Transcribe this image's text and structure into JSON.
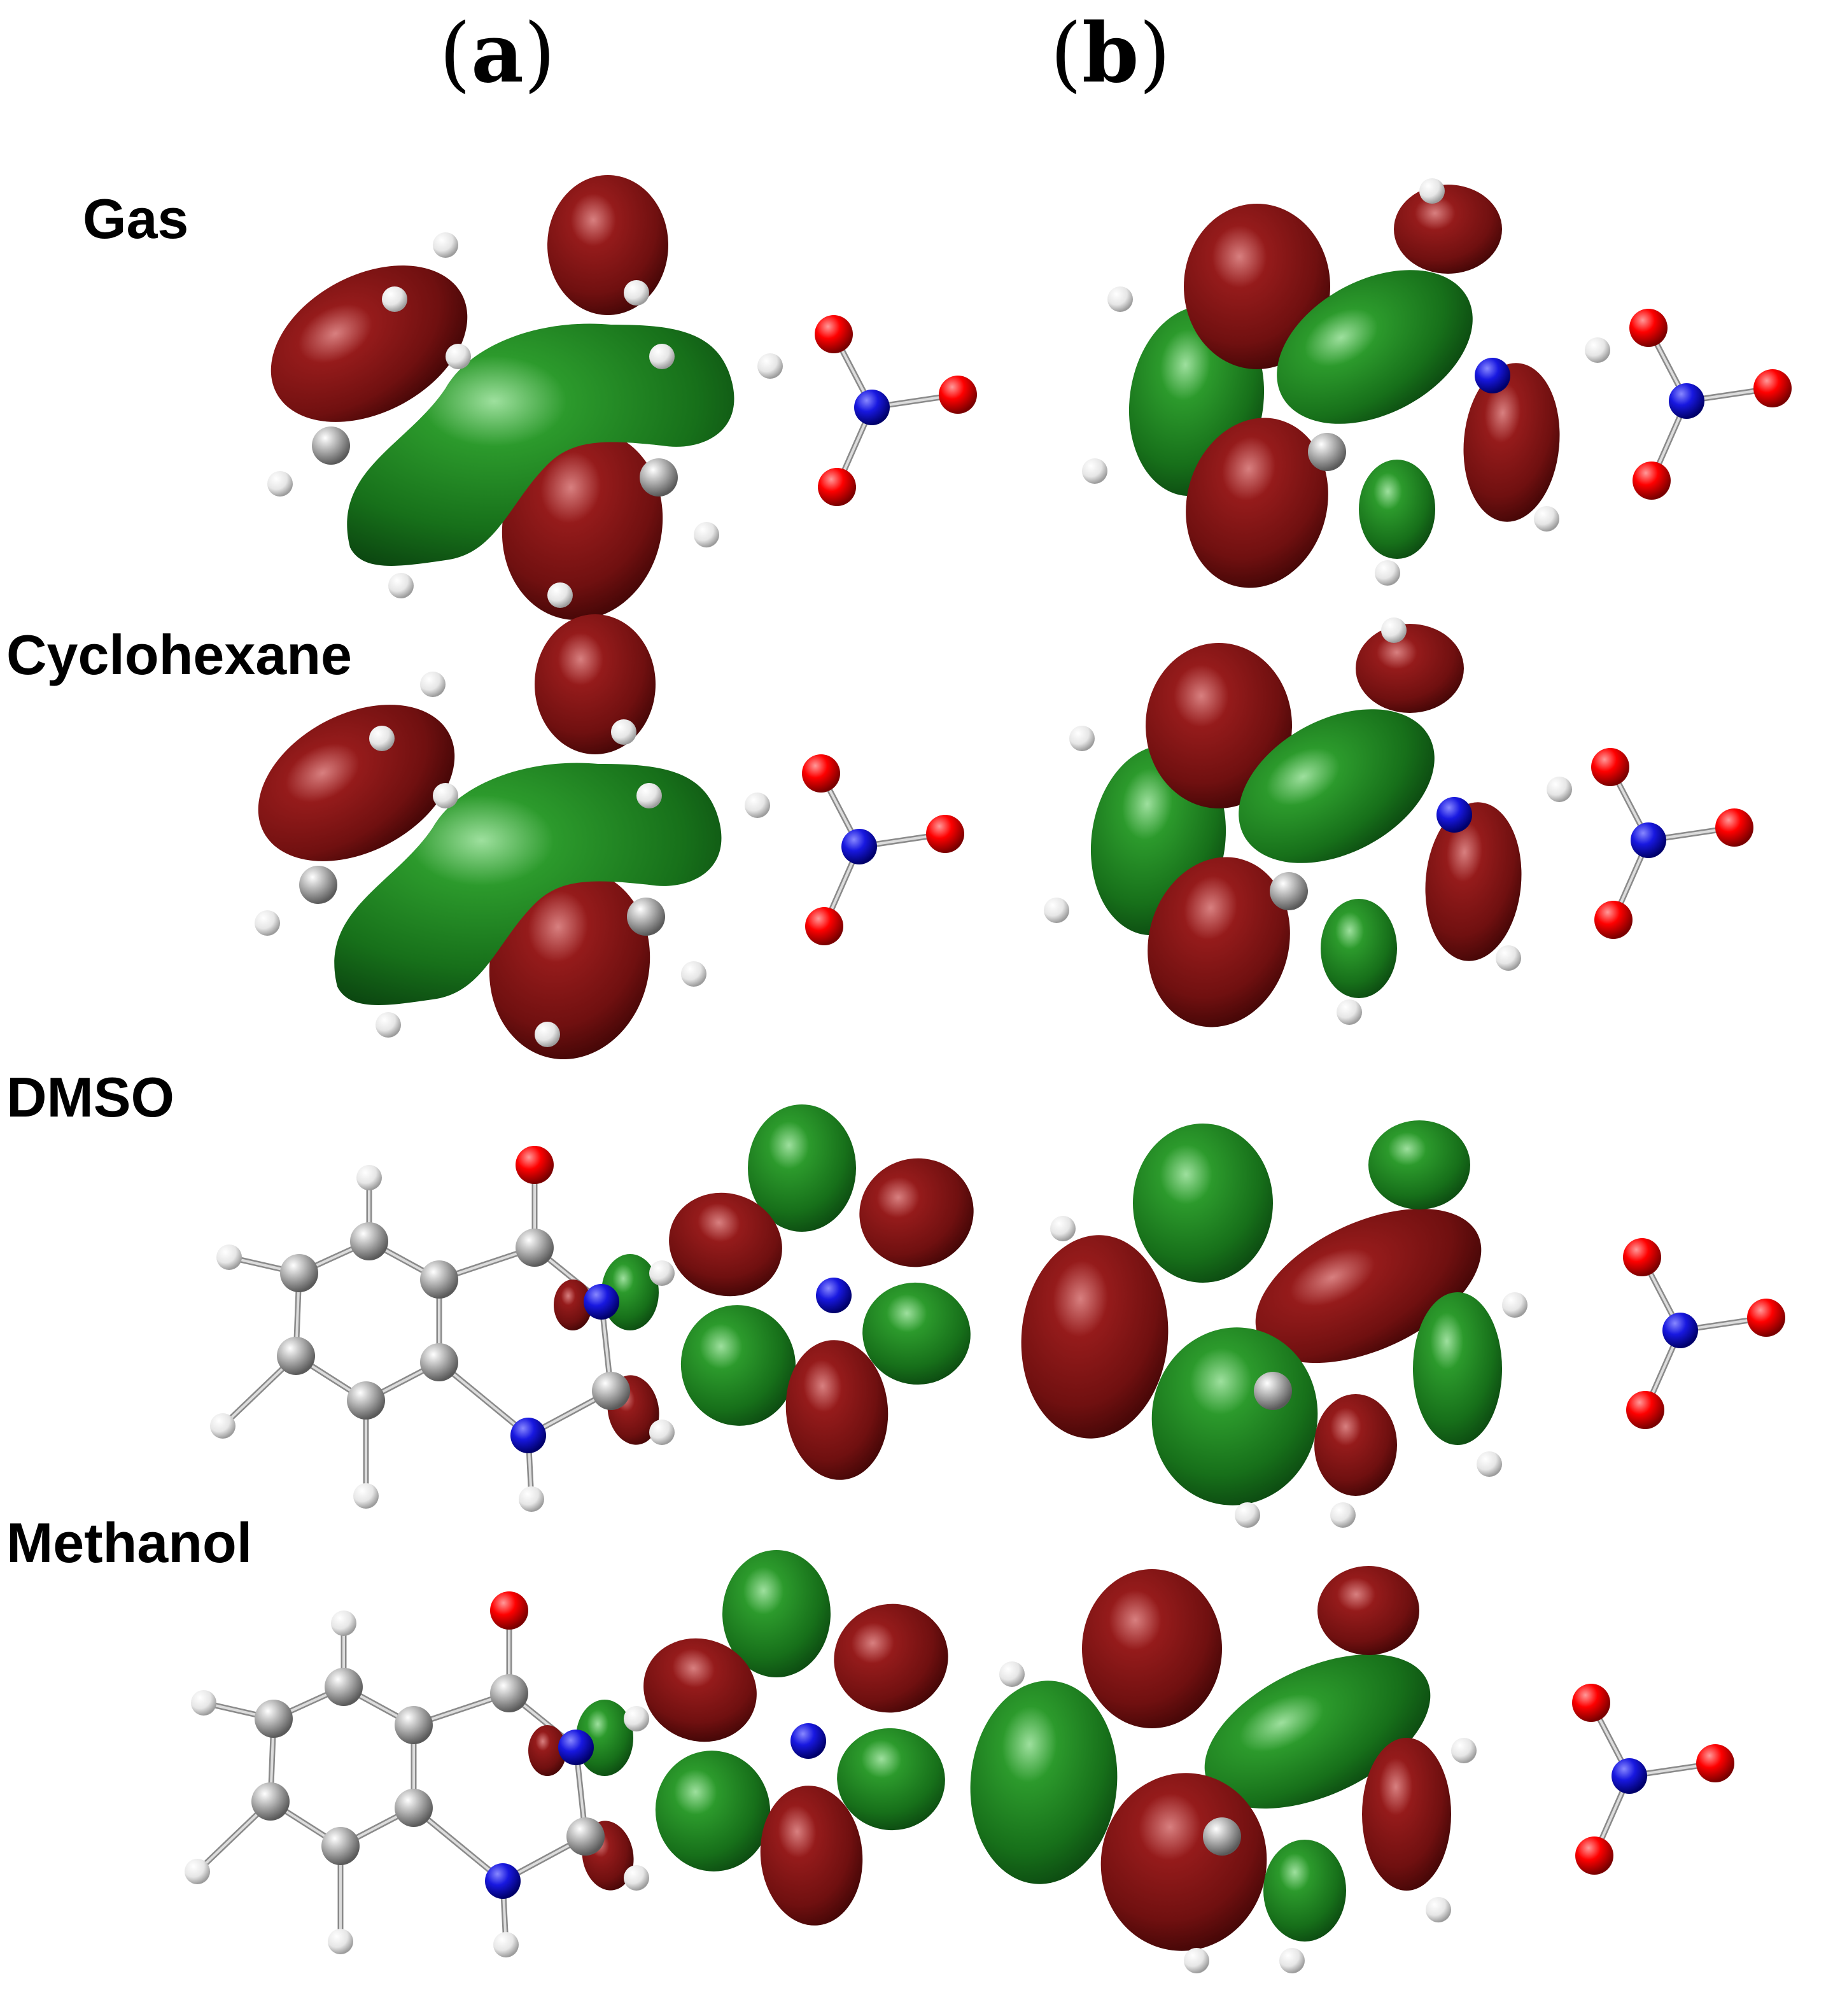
{
  "panels": [
    {
      "id": "a",
      "label": "a"
    },
    {
      "id": "b",
      "label": "b"
    }
  ],
  "rows": [
    {
      "id": "gas",
      "label": "Gas"
    },
    {
      "id": "cyclohexane",
      "label": "Cyclohexane"
    },
    {
      "id": "dmso",
      "label": "DMSO"
    },
    {
      "id": "methanol",
      "label": "Methanol"
    }
  ],
  "colors": {
    "lobe_positive": "#1f7a1f",
    "lobe_negative": "#7a1010",
    "carbon": "#9a9a9a",
    "hydrogen": "#e8e8e8",
    "nitrogen": "#1a1ad0",
    "oxygen": "#e00000"
  }
}
